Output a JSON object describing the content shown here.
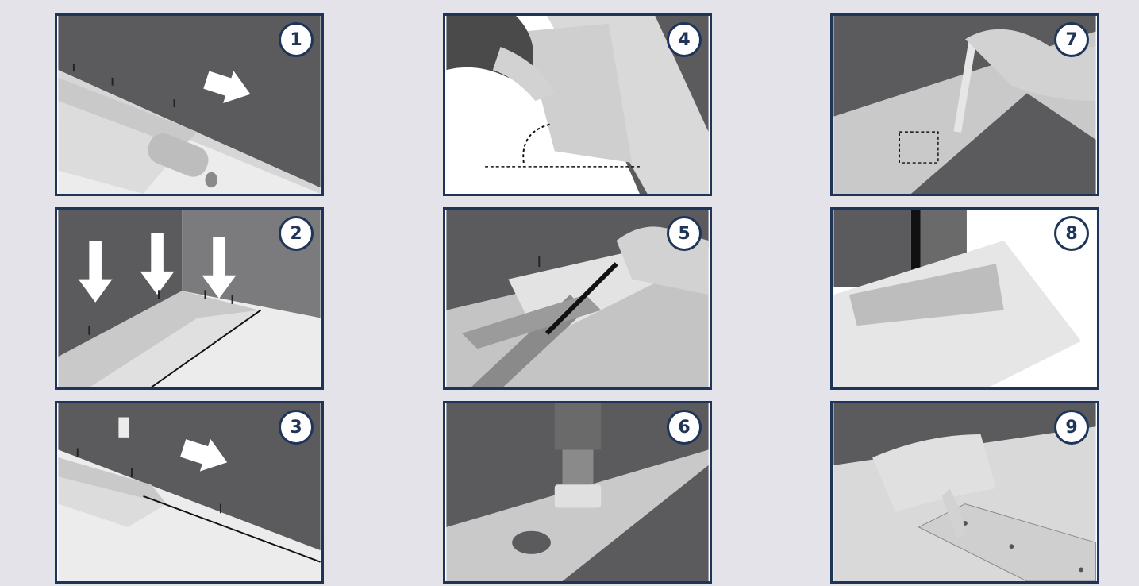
{
  "colors": {
    "background": "#e4e3ea",
    "frame": "#1e3559",
    "wall": "#5b5b5e",
    "wall_light": "#7b7b7e",
    "floor": "#ececec",
    "plank": "#c9c9c9",
    "hand": "#d2d2d2"
  },
  "steps": [
    {
      "number": "1",
      "illustration": "roll-out-underlay"
    },
    {
      "number": "2",
      "illustration": "place-spacers-first-row"
    },
    {
      "number": "3",
      "illustration": "continue-rows"
    },
    {
      "number": "4",
      "illustration": "angle-click-plank"
    },
    {
      "number": "5",
      "illustration": "mark-plank"
    },
    {
      "number": "6",
      "illustration": "drill-pipe-hole"
    },
    {
      "number": "7",
      "illustration": "chisel-door-frame"
    },
    {
      "number": "8",
      "illustration": "saw-door-frame"
    },
    {
      "number": "9",
      "illustration": "attach-threshold"
    }
  ]
}
